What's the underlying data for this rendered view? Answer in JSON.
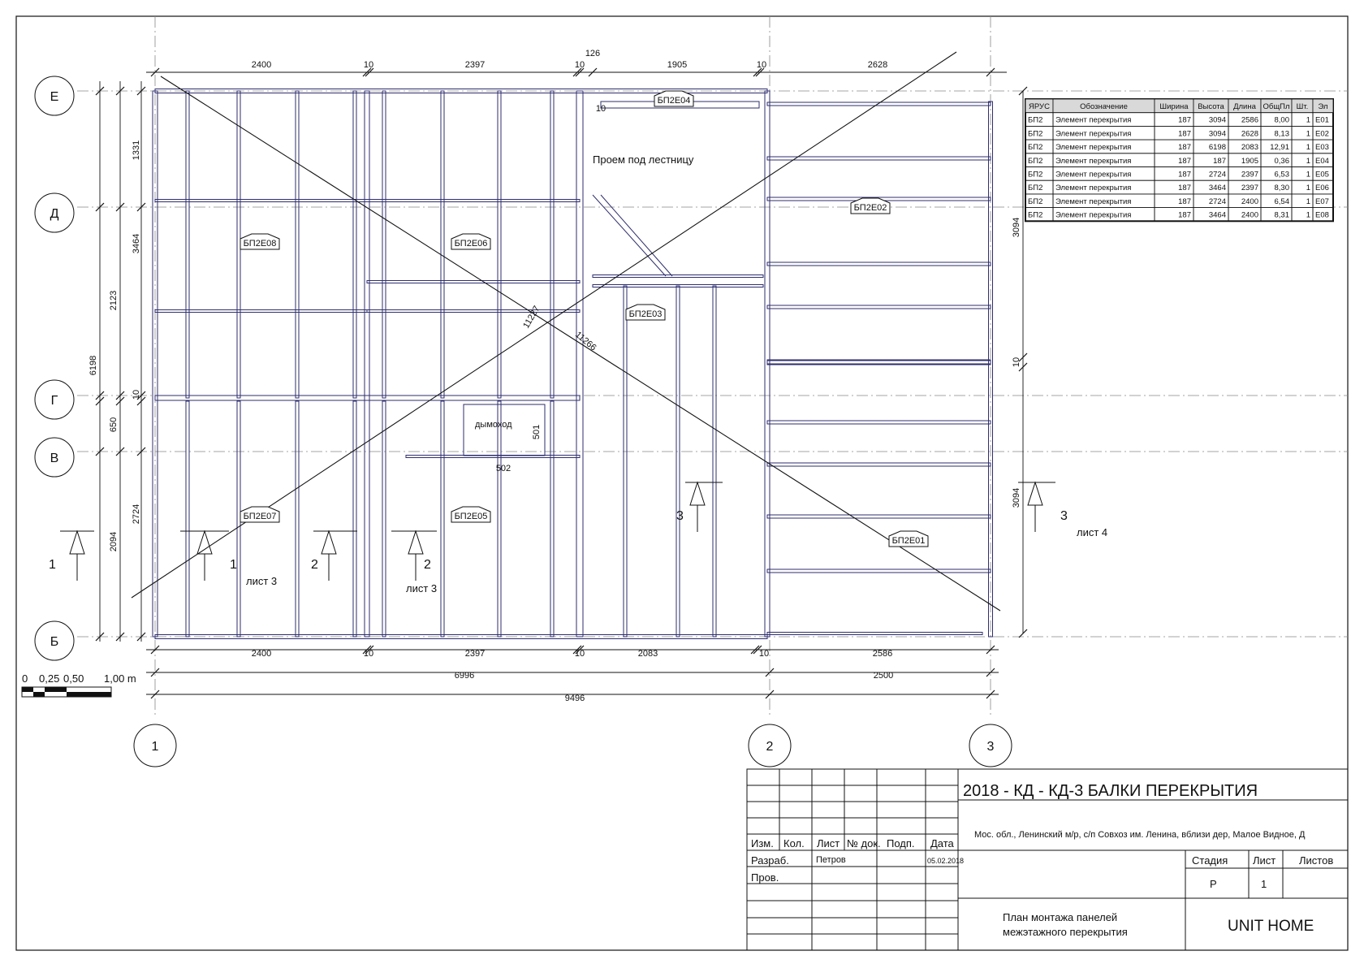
{
  "axes_rows": [
    {
      "label": "Е"
    },
    {
      "label": "Д"
    },
    {
      "label": "Г"
    },
    {
      "label": "В"
    },
    {
      "label": "Б"
    }
  ],
  "axes_cols": [
    {
      "label": "1"
    },
    {
      "label": "2"
    },
    {
      "label": "3"
    }
  ],
  "dims_top": [
    "2400",
    "10",
    "2397",
    "10",
    "126",
    "1905",
    "10",
    "2628"
  ],
  "dims_bottom": [
    "2400",
    "10",
    "2397",
    "10",
    "2083",
    "10",
    "2586"
  ],
  "dims_bottom2": [
    "6996",
    "2500"
  ],
  "dims_total": "9496",
  "dims_left_outer": [
    "1331",
    "3464",
    "10",
    "650",
    "2724"
  ],
  "dims_left_inner": [
    "2123",
    "2094"
  ],
  "dims_left_total": "6198",
  "dims_right": [
    "3094",
    "10",
    "3094"
  ],
  "diag_dims": [
    "11227",
    "11266"
  ],
  "misc_dims": {
    "d126b": "10",
    "d502": "502",
    "d501": "501"
  },
  "panel_tags": [
    "БП2Е08",
    "БП2Е06",
    "БП2Е04",
    "БП2Е03",
    "БП2Е02",
    "БП2Е07",
    "БП2Е05",
    "БП2Е01"
  ],
  "room_labels": {
    "stair": "Проем под лестницу",
    "chimney": "дымоход"
  },
  "section_marks": [
    {
      "num": "1",
      "sheet": ""
    },
    {
      "num": "1",
      "sheet": "лист 3"
    },
    {
      "num": "2",
      "sheet": ""
    },
    {
      "num": "2",
      "sheet": "лист 3"
    },
    {
      "num": "3",
      "sheet": ""
    },
    {
      "num": "3",
      "sheet": "лист 4"
    }
  ],
  "scale_bar": {
    "labels": [
      "0",
      "0,25",
      "0,50",
      "1,00 m"
    ]
  },
  "spec_table": {
    "headers": [
      "ЯРУС",
      "Обозначение",
      "Ширина",
      "Высота",
      "Длина",
      "ОбщПл",
      "Шт.",
      "Эл"
    ],
    "rows": [
      [
        "БП2",
        "Элемент перекрытия",
        "187",
        "3094",
        "2586",
        "8,00",
        "1",
        "E01"
      ],
      [
        "БП2",
        "Элемент перекрытия",
        "187",
        "3094",
        "2628",
        "8,13",
        "1",
        "E02"
      ],
      [
        "БП2",
        "Элемент перекрытия",
        "187",
        "6198",
        "2083",
        "12,91",
        "1",
        "E03"
      ],
      [
        "БП2",
        "Элемент перекрытия",
        "187",
        "187",
        "1905",
        "0,36",
        "1",
        "E04"
      ],
      [
        "БП2",
        "Элемент перекрытия",
        "187",
        "2724",
        "2397",
        "6,53",
        "1",
        "E05"
      ],
      [
        "БП2",
        "Элемент перекрытия",
        "187",
        "3464",
        "2397",
        "8,30",
        "1",
        "E06"
      ],
      [
        "БП2",
        "Элемент перекрытия",
        "187",
        "2724",
        "2400",
        "6,54",
        "1",
        "E07"
      ],
      [
        "БП2",
        "Элемент перекрытия",
        "187",
        "3464",
        "2400",
        "8,31",
        "1",
        "E08"
      ]
    ]
  },
  "title_block": {
    "code": "2018 - КД - КД-3 БАЛКИ ПЕРЕКРЫТИЯ",
    "address": "Мос. обл., Ленинский м/р, с/п Совхоз им. Ленина, вблизи дер, Малое Видное, Д",
    "col_izm": "Изм.",
    "col_kol": "Кол.",
    "col_list": "Лист",
    "col_ndok": "№ док.",
    "col_podp": "Подп.",
    "col_data": "Дата",
    "razrab_label": "Разраб.",
    "razrab_name": "Петров",
    "razrab_date": "05.02.2018",
    "prov_label": "Пров.",
    "stage_label": "Стадия",
    "sheet_label": "Лист",
    "sheets_label": "Листов",
    "stage": "Р",
    "sheet": "1",
    "drawing_title_1": "План монтажа панелей",
    "drawing_title_2": "межэтажного перекрытия",
    "company": "UNIT HOME"
  },
  "colors": {
    "frame": "#2e2e6e",
    "line": "#111111",
    "dashdot": "#888888",
    "table_header": "#d9d9d9"
  }
}
